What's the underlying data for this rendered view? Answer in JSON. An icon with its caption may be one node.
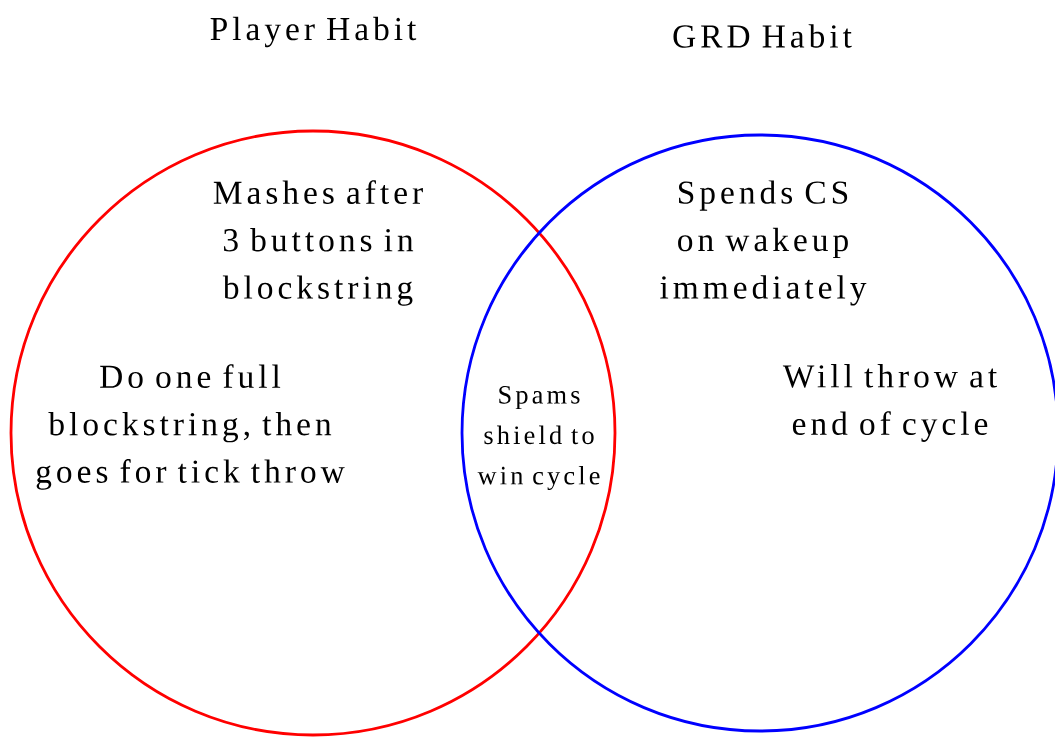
{
  "diagram": {
    "nodes": [
      {
        "text": [
          "Player Habit",
          "Mashes after 3 buttons in blockstring",
          "Do one full blockstring, then goes for tick throw"
        ]
      },
      {
        "text": [
          "GRD Habit",
          "Spends CS on wakeup immediately",
          "Will throw at end of cycle"
        ]
      }
    ],
    "labels": [
      "Spams shield to win cycle"
    ]
  }
}
